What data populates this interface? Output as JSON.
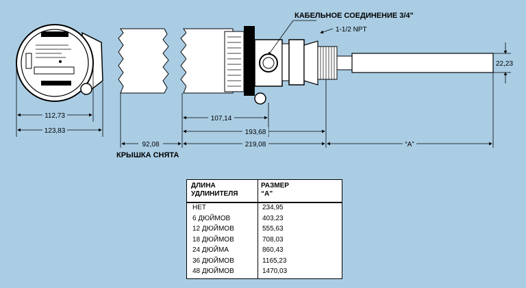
{
  "labels": {
    "cable_connection": "КАБЕЛЬНОЕ СОЕДИНЕНИЕ 3/4\"",
    "npt": "1-1/2 NPT",
    "cover_removed": "КРЫШКА СНЯТА",
    "dim_a": "“A”"
  },
  "dimensions": {
    "d1": "112,73",
    "d2": "123,83",
    "d3": "107,14",
    "d4": "193,68",
    "d5": "92,08",
    "d6": "219,08",
    "d7": "22,23"
  },
  "table": {
    "col1_line1": "ДЛИНА",
    "col1_line2": "УДЛИНИТЕЛЯ",
    "col2_line1": "РАЗМЕР",
    "col2_line2": "“A”",
    "rows": [
      {
        "length": "НЕТ",
        "size": "234,95"
      },
      {
        "length": "6  ДЮЙМОВ",
        "size": "403,23"
      },
      {
        "length": "12 ДЮЙМОВ",
        "size": "555,63"
      },
      {
        "length": "18 ДЮЙМОВ",
        "size": "708,03"
      },
      {
        "length": "24  ДЮЙМА",
        "size": "860,43"
      },
      {
        "length": "36 ДЮЙМОВ",
        "size": "1165,23"
      },
      {
        "length": "48 ДЮЙМОВ",
        "size": "1470,03"
      }
    ]
  },
  "colors": {
    "background": "#aacde4"
  }
}
